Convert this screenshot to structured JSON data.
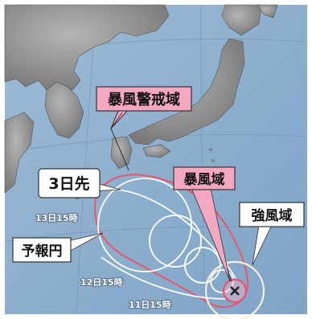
{
  "labels": {
    "storm_warning_area": "暴風警戒域",
    "storm_area": "暴風域",
    "strong_wind_area": "強風域",
    "three_days_ahead": "3日先",
    "forecast_circle": "予報円"
  },
  "forecast_times": {
    "day13": "13日15時",
    "day12": "12日15時",
    "day11": "11日15時"
  },
  "colors": {
    "sea": "#8fb2d1",
    "land": "#9a9a9a",
    "storm_warning_line": "#e9566e",
    "storm_area_fill": "#e7557a",
    "pink_label": "#f4a7c0",
    "forecast_circle_line": "#ffffff",
    "strong_wind_line": "#f5f0d8"
  }
}
